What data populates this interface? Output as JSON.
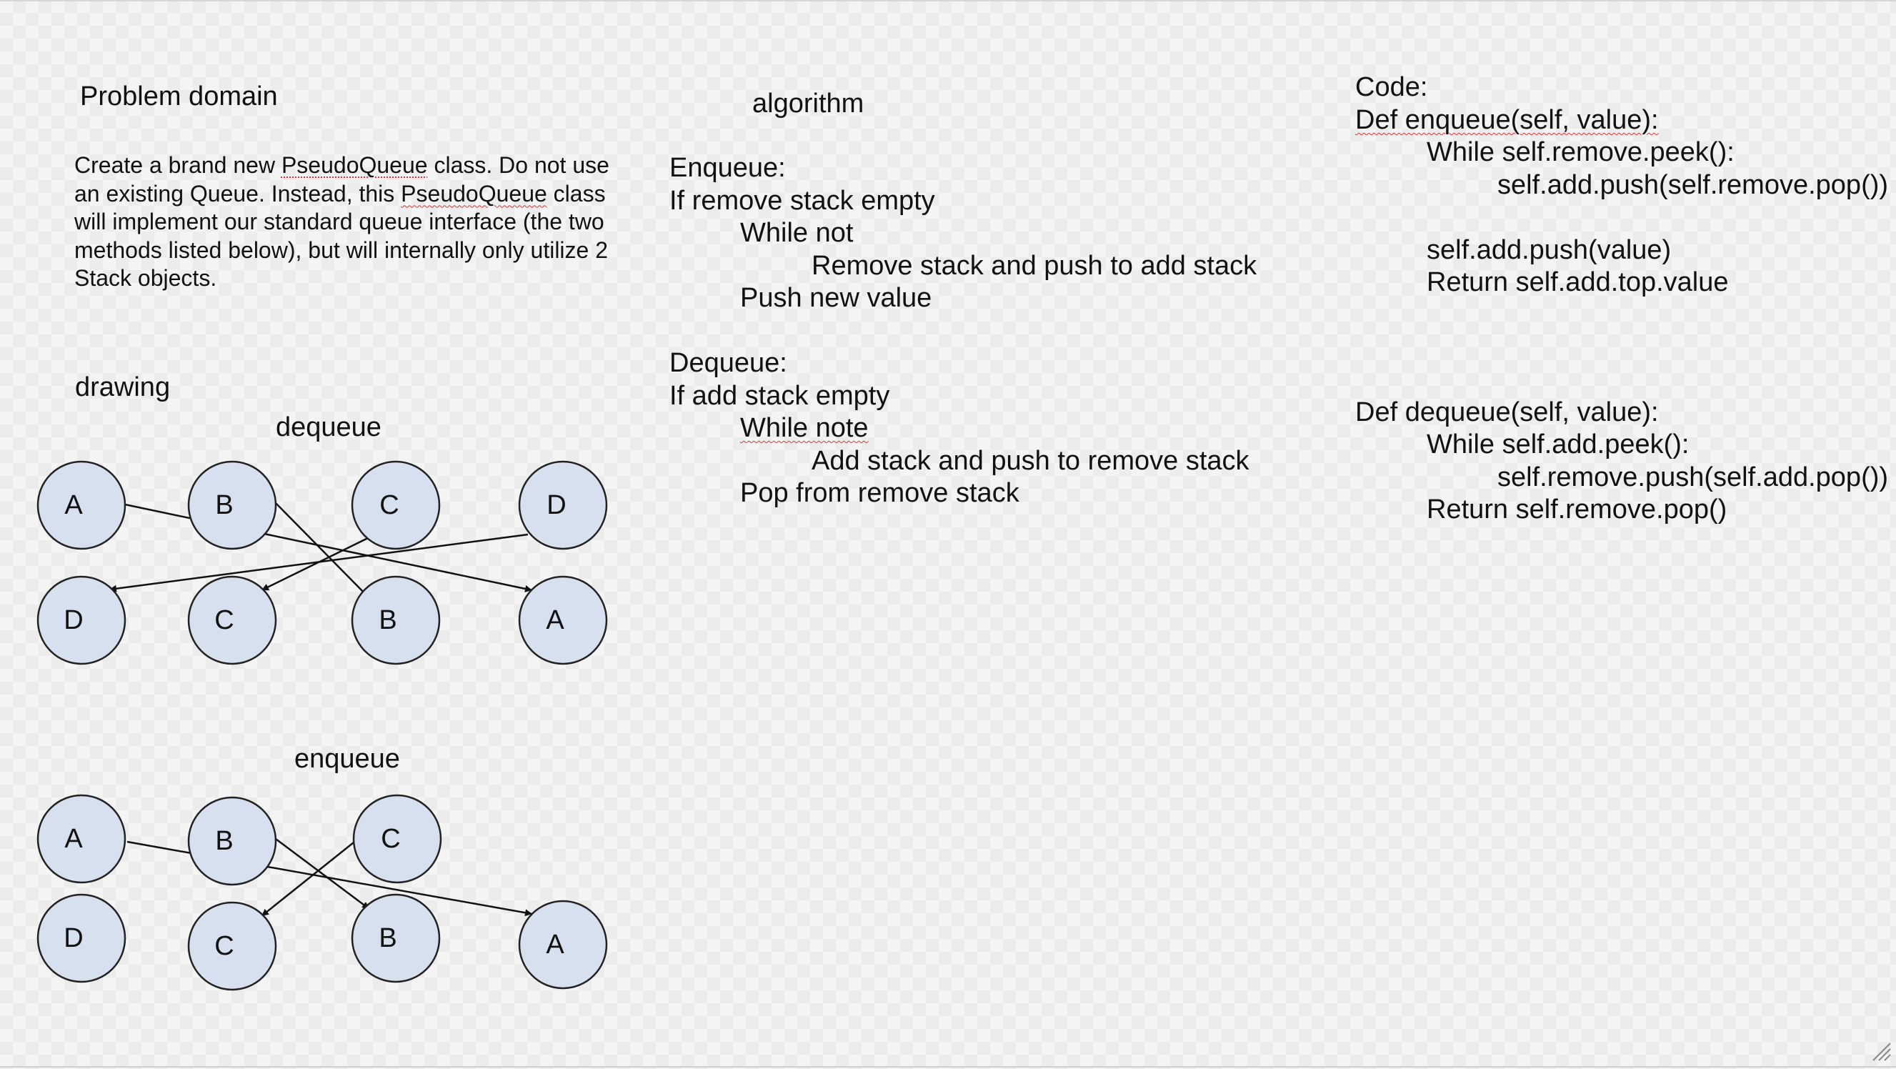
{
  "problem_domain": {
    "title": "Problem domain",
    "description_parts": [
      "Create a brand new ",
      "PseudoQueue",
      " class. Do not use an existing Queue. Instead, this ",
      "PseudoQueue",
      " class will implement our standard queue interface (the two methods listed below), but will internally only utilize 2 Stack objects."
    ]
  },
  "drawing": {
    "title": "drawing",
    "dequeue": {
      "label": "dequeue",
      "top_row": [
        "A",
        "B",
        "C",
        "D"
      ],
      "bottom_row": [
        "D",
        "C",
        "B",
        "A"
      ]
    },
    "enqueue": {
      "label": "enqueue",
      "top_row": [
        "A",
        "B",
        "C"
      ],
      "bottom_row": [
        "D",
        "C",
        "B",
        "A"
      ]
    }
  },
  "algorithm": {
    "title": "algorithm",
    "lines": [
      "Enqueue:",
      "If remove stack empty",
      "While not",
      "Remove stack and push to add stack",
      "Push new value",
      "",
      "Dequeue:",
      "If add stack empty",
      "While note",
      "Add stack and push to remove stack",
      "Pop from remove stack"
    ]
  },
  "code": {
    "lines": [
      "Code:",
      "Def enqueue(self, value):",
      "While self.remove.peek():",
      "self.add.push(self.remove.pop())",
      "",
      "self.add.push(value)",
      "Return self.add.top.value",
      "",
      "",
      "",
      "Def dequeue(self, value):",
      "While self.add.peek():",
      "self.remove.push(self.add.pop())",
      "Return self.remove.pop()"
    ]
  }
}
